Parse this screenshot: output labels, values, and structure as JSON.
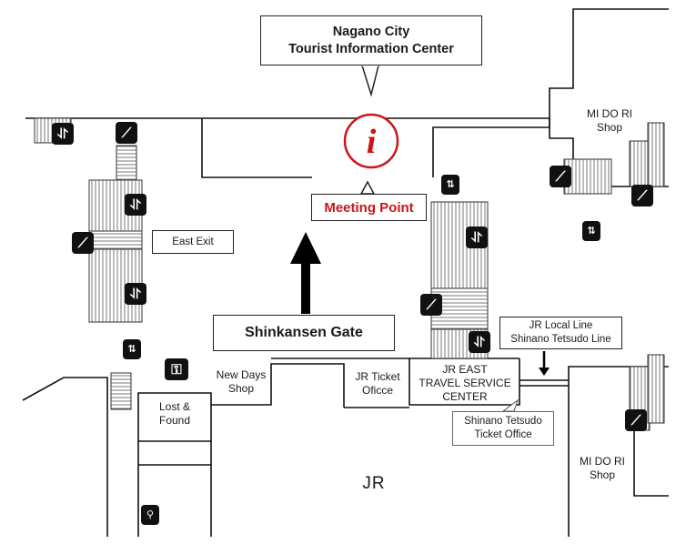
{
  "callout": {
    "line1": "Nagano City",
    "line2": "Tourist Information Center"
  },
  "info_symbol": "i",
  "meeting_point": "Meeting Point",
  "shinkansen_gate": "Shinkansen Gate",
  "east_exit": "East Exit",
  "midori_top": {
    "line1": "MI DO RI",
    "line2": "Shop"
  },
  "midori_bottom": {
    "line1": "MI DO RI",
    "line2": "Shop"
  },
  "jr_local": {
    "line1": "JR Local Line",
    "line2": "Shinano Tetsudo Line"
  },
  "new_days": {
    "line1": "New Days",
    "line2": "Shop"
  },
  "jr_ticket": {
    "line1": "JR Ticket",
    "line2": "Oficce"
  },
  "jr_east": {
    "line1": "JR EAST",
    "line2": "TRAVEL SERVICE",
    "line3": "CENTER"
  },
  "shinano_ticket": {
    "line1": "Shinano Tetsudo",
    "line2": "Ticket Office"
  },
  "lost_found": {
    "line1": "Lost &",
    "line2": "Found"
  },
  "jr_area": "JR",
  "colors": {
    "info_red": "#cc1414",
    "info_frame": "#2f5a8a",
    "icon_bg": "#111111"
  },
  "icons": [
    "escalator-icon",
    "stairs-icon",
    "elevator-icon",
    "locker-icon",
    "restroom-icon",
    "info-icon"
  ]
}
